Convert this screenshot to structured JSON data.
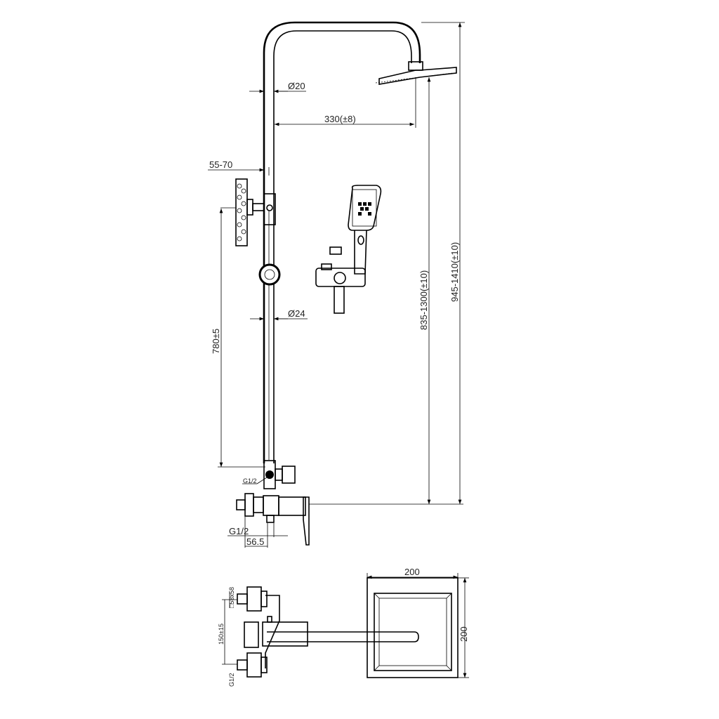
{
  "drawing": {
    "dimensions": {
      "pipe_top_diameter": "Ø20",
      "arm_reach": "330(±8)",
      "wall_offset": "55-70",
      "slide_bar_diameter": "Ø24",
      "slide_bar_length": "780±5",
      "height_range_a": "835-1300(±10)",
      "height_range_b": "945-1410(±10)",
      "diverter_thread": "G1/2",
      "inlet_thread": "G1/2",
      "inlet_offset": "56.5",
      "head_width": "200",
      "head_depth": "200",
      "escutcheon_size": "□58x58",
      "inlet_center_distance": "150±15",
      "inlet_thread_top": "G1/2"
    }
  }
}
